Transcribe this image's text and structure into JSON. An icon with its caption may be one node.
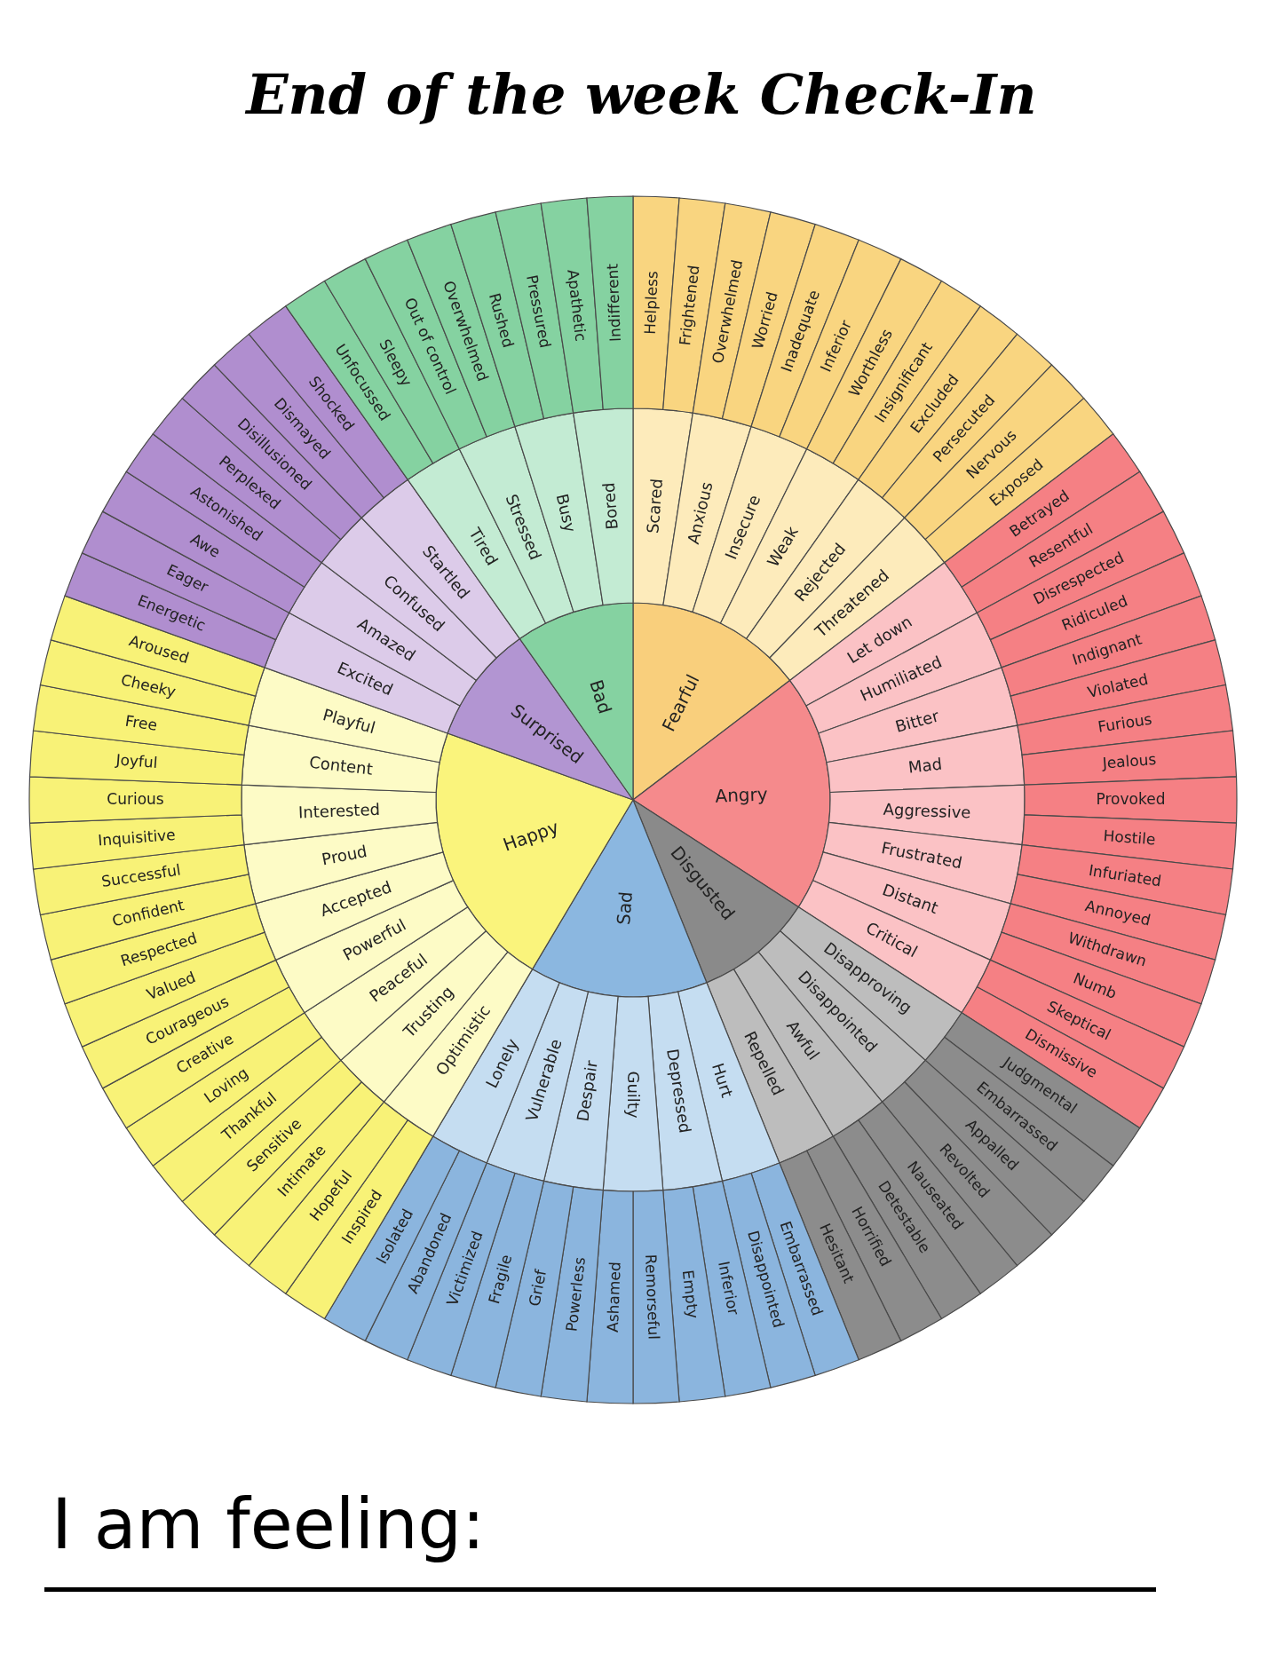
{
  "diagram": {
    "title": "End of the week Check-In",
    "nodes": [
      {
        "text": [
          "Fearful"
        ]
      },
      {
        "text": [
          "Angry"
        ]
      },
      {
        "text": [
          "Disgusted"
        ]
      },
      {
        "text": [
          "Sad"
        ]
      },
      {
        "text": [
          "Happy"
        ]
      },
      {
        "text": [
          "Surprised"
        ]
      },
      {
        "text": [
          "Bad"
        ]
      },
      {
        "text": [
          "Scared"
        ]
      },
      {
        "text": [
          "Anxious"
        ]
      },
      {
        "text": [
          "Insecure"
        ]
      },
      {
        "text": [
          "Weak"
        ]
      },
      {
        "text": [
          "Rejected"
        ]
      },
      {
        "text": [
          "Threatened"
        ]
      },
      {
        "text": [
          "Let down"
        ]
      },
      {
        "text": [
          "Humiliated"
        ]
      },
      {
        "text": [
          "Bitter"
        ]
      },
      {
        "text": [
          "Mad"
        ]
      },
      {
        "text": [
          "Aggressive"
        ]
      },
      {
        "text": [
          "Frustrated"
        ]
      },
      {
        "text": [
          "Distant"
        ]
      },
      {
        "text": [
          "Critical"
        ]
      },
      {
        "text": [
          "Disapproving"
        ]
      },
      {
        "text": [
          "Disappointed"
        ]
      },
      {
        "text": [
          "Awful"
        ]
      },
      {
        "text": [
          "Repelled"
        ]
      },
      {
        "text": [
          "Hurt"
        ]
      },
      {
        "text": [
          "Depressed"
        ]
      },
      {
        "text": [
          "Guilty"
        ]
      },
      {
        "text": [
          "Despair"
        ]
      },
      {
        "text": [
          "Vulnerable"
        ]
      },
      {
        "text": [
          "Lonely"
        ]
      },
      {
        "text": [
          "Optimistic"
        ]
      },
      {
        "text": [
          "Trusting"
        ]
      },
      {
        "text": [
          "Peaceful"
        ]
      },
      {
        "text": [
          "Powerful"
        ]
      },
      {
        "text": [
          "Accepted"
        ]
      },
      {
        "text": [
          "Proud"
        ]
      },
      {
        "text": [
          "Interested"
        ]
      },
      {
        "text": [
          "Content"
        ]
      },
      {
        "text": [
          "Playful"
        ]
      },
      {
        "text": [
          "Excited"
        ]
      },
      {
        "text": [
          "Amazed"
        ]
      },
      {
        "text": [
          "Confused"
        ]
      },
      {
        "text": [
          "Startled"
        ]
      },
      {
        "text": [
          "Tired"
        ]
      },
      {
        "text": [
          "Stressed"
        ]
      },
      {
        "text": [
          "Busy"
        ]
      },
      {
        "text": [
          "Bored"
        ]
      },
      {
        "text": [
          "Helpless"
        ]
      },
      {
        "text": [
          "Frightened"
        ]
      },
      {
        "text": [
          "Overwhelmed"
        ]
      },
      {
        "text": [
          "Worried"
        ]
      },
      {
        "text": [
          "Inadequate"
        ]
      },
      {
        "text": [
          "Inferior"
        ]
      },
      {
        "text": [
          "Worthless"
        ]
      },
      {
        "text": [
          "Insignificant"
        ]
      },
      {
        "text": [
          "Excluded"
        ]
      },
      {
        "text": [
          "Persecuted"
        ]
      },
      {
        "text": [
          "Nervous"
        ]
      },
      {
        "text": [
          "Exposed"
        ]
      },
      {
        "text": [
          "Betrayed"
        ]
      },
      {
        "text": [
          "Resentful"
        ]
      },
      {
        "text": [
          "Disrespected"
        ]
      },
      {
        "text": [
          "Ridiculed"
        ]
      },
      {
        "text": [
          "Indignant"
        ]
      },
      {
        "text": [
          "Violated"
        ]
      },
      {
        "text": [
          "Furious"
        ]
      },
      {
        "text": [
          "Jealous"
        ]
      },
      {
        "text": [
          "Provoked"
        ]
      },
      {
        "text": [
          "Hostile"
        ]
      },
      {
        "text": [
          "Infuriated"
        ]
      },
      {
        "text": [
          "Annoyed"
        ]
      },
      {
        "text": [
          "Withdrawn"
        ]
      },
      {
        "text": [
          "Numb"
        ]
      },
      {
        "text": [
          "Skeptical"
        ]
      },
      {
        "text": [
          "Dismissive"
        ]
      },
      {
        "text": [
          "Judgmental"
        ]
      },
      {
        "text": [
          "Embarrassed"
        ]
      },
      {
        "text": [
          "Appalled"
        ]
      },
      {
        "text": [
          "Revolted"
        ]
      },
      {
        "text": [
          "Nauseated"
        ]
      },
      {
        "text": [
          "Detestable"
        ]
      },
      {
        "text": [
          "Horrified"
        ]
      },
      {
        "text": [
          "Hesitant"
        ]
      },
      {
        "text": [
          "Embarrassed"
        ]
      },
      {
        "text": [
          "Disappointed"
        ]
      },
      {
        "text": [
          "Inferior"
        ]
      },
      {
        "text": [
          "Empty"
        ]
      },
      {
        "text": [
          "Remorseful"
        ]
      },
      {
        "text": [
          "Ashamed"
        ]
      },
      {
        "text": [
          "Powerless"
        ]
      },
      {
        "text": [
          "Grief"
        ]
      },
      {
        "text": [
          "Fragile"
        ]
      },
      {
        "text": [
          "Victimized"
        ]
      },
      {
        "text": [
          "Abandoned"
        ]
      },
      {
        "text": [
          "Isolated"
        ]
      },
      {
        "text": [
          "Inspired"
        ]
      },
      {
        "text": [
          "Hopeful"
        ]
      },
      {
        "text": [
          "Intimate"
        ]
      },
      {
        "text": [
          "Sensitive"
        ]
      },
      {
        "text": [
          "Thankful"
        ]
      },
      {
        "text": [
          "Loving"
        ]
      },
      {
        "text": [
          "Creative"
        ]
      },
      {
        "text": [
          "Courageous"
        ]
      },
      {
        "text": [
          "Valued"
        ]
      },
      {
        "text": [
          "Respected"
        ]
      },
      {
        "text": [
          "Confident"
        ]
      },
      {
        "text": [
          "Successful"
        ]
      },
      {
        "text": [
          "Inquisitive"
        ]
      },
      {
        "text": [
          "Curious"
        ]
      },
      {
        "text": [
          "Joyful"
        ]
      },
      {
        "text": [
          "Free"
        ]
      },
      {
        "text": [
          "Cheeky"
        ]
      },
      {
        "text": [
          "Aroused"
        ]
      },
      {
        "text": [
          "Energetic"
        ]
      },
      {
        "text": [
          "Eager"
        ]
      },
      {
        "text": [
          "Awe"
        ]
      },
      {
        "text": [
          "Astonished"
        ]
      },
      {
        "text": [
          "Perplexed"
        ]
      },
      {
        "text": [
          "Disillusioned"
        ]
      },
      {
        "text": [
          "Dismayed"
        ]
      },
      {
        "text": [
          "Shocked"
        ]
      },
      {
        "text": [
          "Unfocussed"
        ]
      },
      {
        "text": [
          "Sleepy"
        ]
      },
      {
        "text": [
          "Out of control"
        ]
      },
      {
        "text": [
          "Overwhelmed"
        ]
      },
      {
        "text": [
          "Rushed"
        ]
      },
      {
        "text": [
          "Pressured"
        ]
      },
      {
        "text": [
          "Apathetic"
        ]
      },
      {
        "text": [
          "Indifferent"
        ]
      }
    ],
    "labels": [
      "I am feeling:"
    ]
  }
}
